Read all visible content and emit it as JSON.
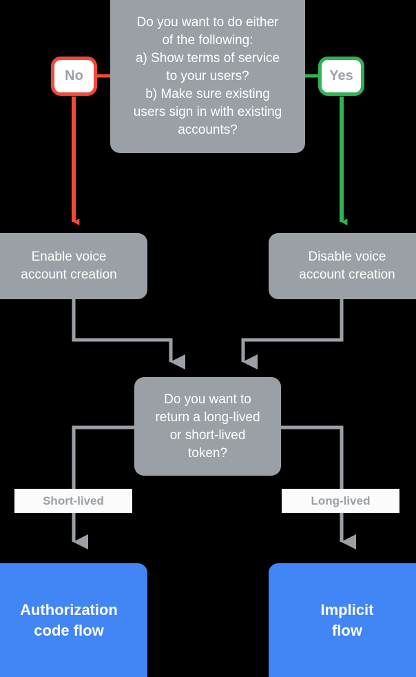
{
  "diagram": {
    "title": "Voice account creation and token flow decision tree",
    "colors": {
      "background": "#000000",
      "grey_node": "#9aa0a6",
      "blue_node": "#4285f4",
      "no_accent": "#f4483a",
      "yes_accent": "#2eb553",
      "connector": "#9aa0a6",
      "label_background": "#fbfbfb",
      "label_text": "#9aa0a6",
      "node_text": "#ffffff"
    },
    "nodes": {
      "question_top": {
        "text": "Do you want to do either of the following: a) Show terms of service to your users? b) Make sure existing users sign in with existing accounts?",
        "lines": [
          "Do you want to do either",
          "of the following:",
          "a) Show terms of service",
          "to your users?",
          "b) Make sure existing",
          "users sign in with existing",
          "accounts?"
        ]
      },
      "enable_voice": {
        "text": "Enable voice account creation",
        "lines": [
          "Enable voice",
          "account creation"
        ]
      },
      "disable_voice": {
        "text": "Disable voice account creation",
        "lines": [
          "Disable voice",
          "account creation"
        ]
      },
      "question_token": {
        "text": "Do you want to return a long-lived or short-lived token?",
        "lines": [
          "Do you want to",
          "return a long-lived",
          "or short-lived",
          "token?"
        ]
      },
      "authorization_code_flow": {
        "text": "Authorization code flow",
        "lines": [
          "Authorization",
          "code flow"
        ]
      },
      "implicit_flow": {
        "text": "Implicit flow",
        "lines": [
          "Implicit",
          "flow"
        ]
      }
    },
    "badges": {
      "no": "No",
      "yes": "Yes"
    },
    "edge_labels": {
      "short_lived": "Short-lived",
      "long_lived": "Long-lived"
    }
  }
}
